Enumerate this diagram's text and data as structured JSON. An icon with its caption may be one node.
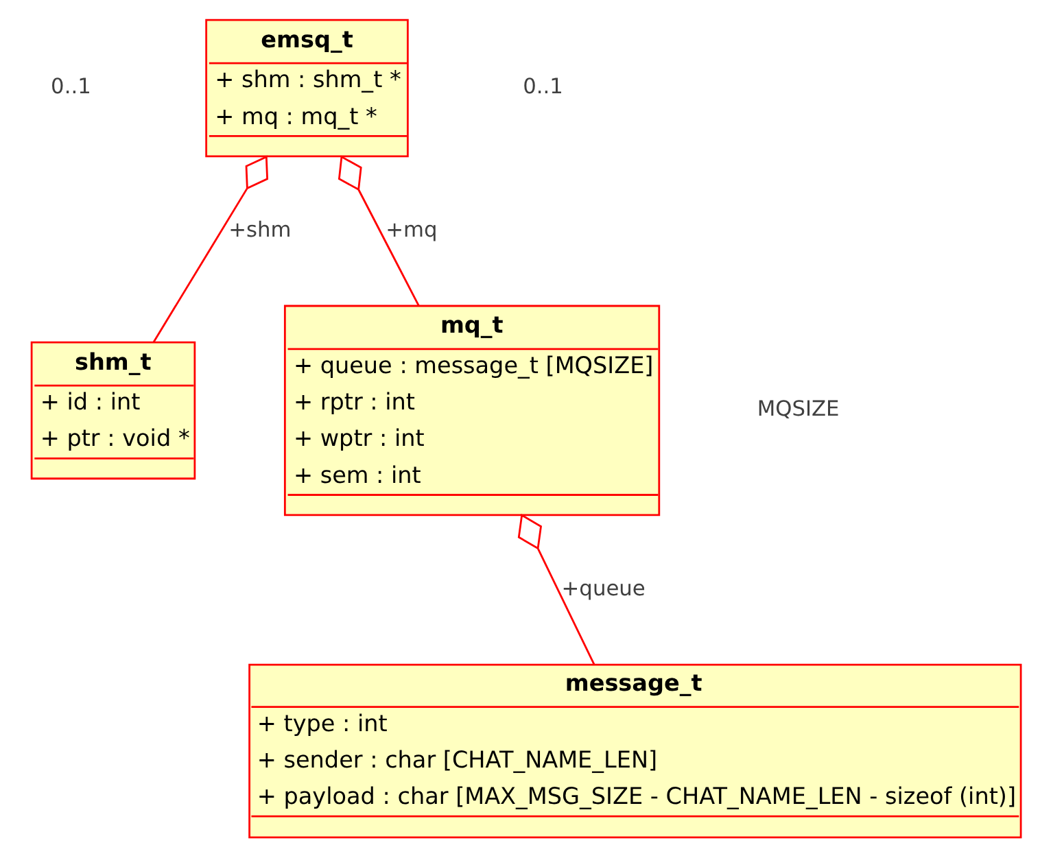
{
  "diagram": {
    "nodes": [
      {
        "text": [
          "emsq_t",
          "+ shm : shm_t *",
          "+ mq : mq_t *"
        ]
      },
      {
        "text": [
          "shm_t",
          "+ id : int",
          "+ ptr : void *"
        ]
      },
      {
        "text": [
          "mq_t",
          "+ queue : message_t [MQSIZE]",
          "+ rptr : int",
          "+ wptr : int",
          "+ sem : int"
        ]
      },
      {
        "text": [
          "message_t",
          "+ type : int",
          "+ sender : char [CHAT_NAME_LEN]",
          "+ payload : char [MAX_MSG_SIZE - CHAT_NAME_LEN - sizeof (int)]"
        ]
      }
    ],
    "edges": [
      {
        "from": 0,
        "to": 1,
        "arrow": "other",
        "label": "+shm"
      },
      {
        "from": 0,
        "to": 2,
        "arrow": "other",
        "label": "+mq"
      },
      {
        "from": 2,
        "to": 3,
        "arrow": "other",
        "label": "+queue"
      }
    ],
    "labels": [
      "0..1",
      "0..1",
      "MQSIZE"
    ]
  }
}
